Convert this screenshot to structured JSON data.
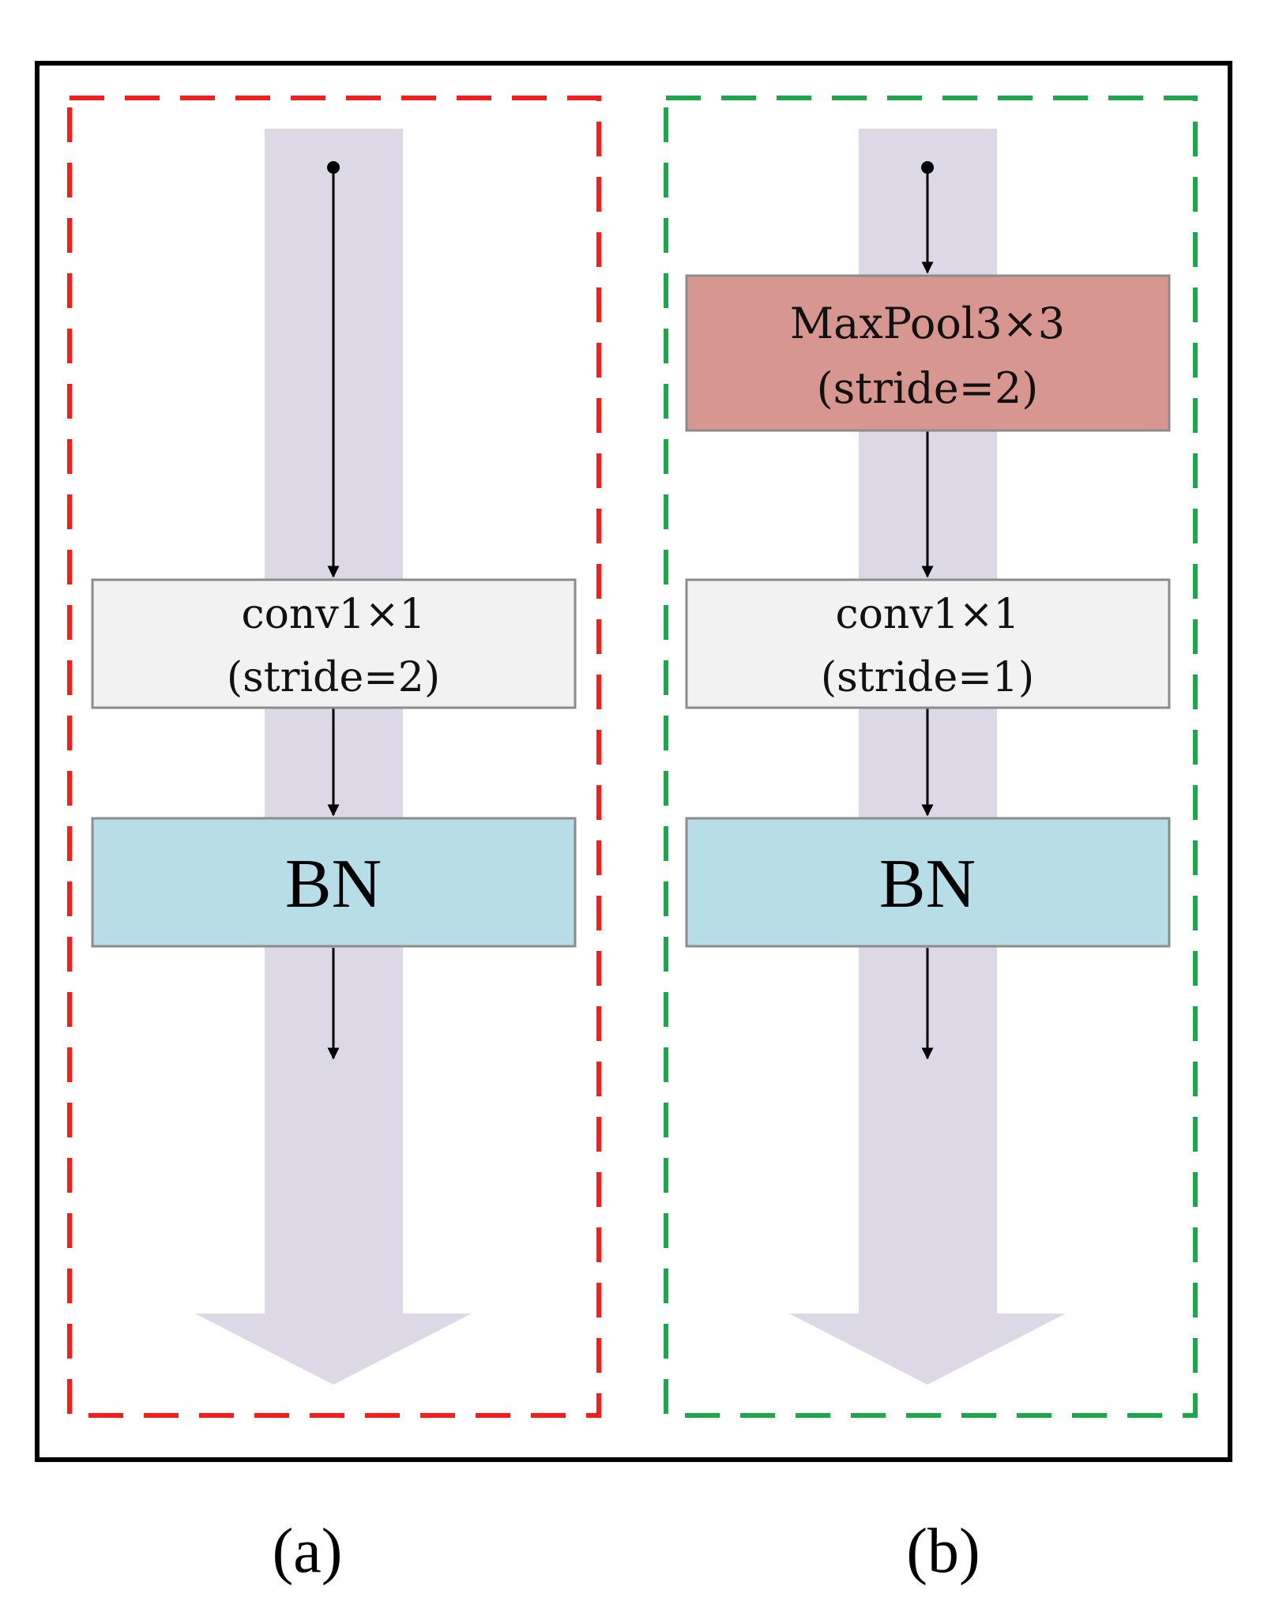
{
  "panels": {
    "a": {
      "caption": "(a)",
      "border_color": "#ff1a1a",
      "conv": {
        "line1": "conv1×1",
        "line2": "(stride=2)"
      },
      "bn": {
        "label": "BN"
      }
    },
    "b": {
      "caption": "(b)",
      "border_color": "#1aa84a",
      "maxpool": {
        "line1": "MaxPool3×3",
        "line2": "(stride=2)"
      },
      "conv": {
        "line1": "conv1×1",
        "line2": "(stride=1)"
      },
      "bn": {
        "label": "BN"
      }
    }
  },
  "colors": {
    "flow_arrow": "#ddd8e6",
    "conv_fill": "#f2f2f2",
    "bn_fill": "#b7dde7",
    "maxpool_fill": "#d79790",
    "box_stroke": "#8c8c8c"
  }
}
